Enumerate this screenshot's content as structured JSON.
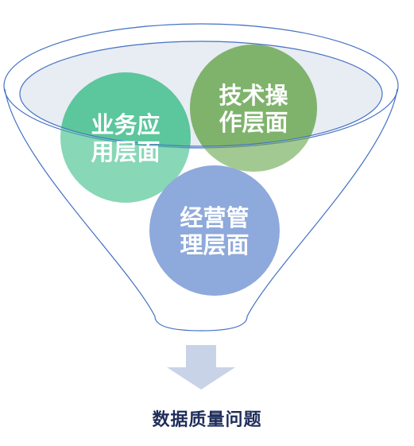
{
  "colors": {
    "funnel_stroke": "#4472c4",
    "rim_fill": "#d6dcea",
    "arrow": "#c9d3e8",
    "business": "#3fbf8a",
    "technical": "#6aa84f",
    "management": "#8ea9db",
    "label_text": "#ffffff",
    "caption_text": "#1f2d5a"
  },
  "circles": [
    {
      "id": "business",
      "line1": "业务应",
      "line2": "用层面"
    },
    {
      "id": "technical",
      "line1": "技术操",
      "line2": "作层面"
    },
    {
      "id": "management",
      "line1": "经营管",
      "line2": "理层面"
    }
  ],
  "caption": "数据质量问题",
  "icons": {
    "arrow": "down-arrow-icon",
    "funnel": "funnel-icon"
  }
}
